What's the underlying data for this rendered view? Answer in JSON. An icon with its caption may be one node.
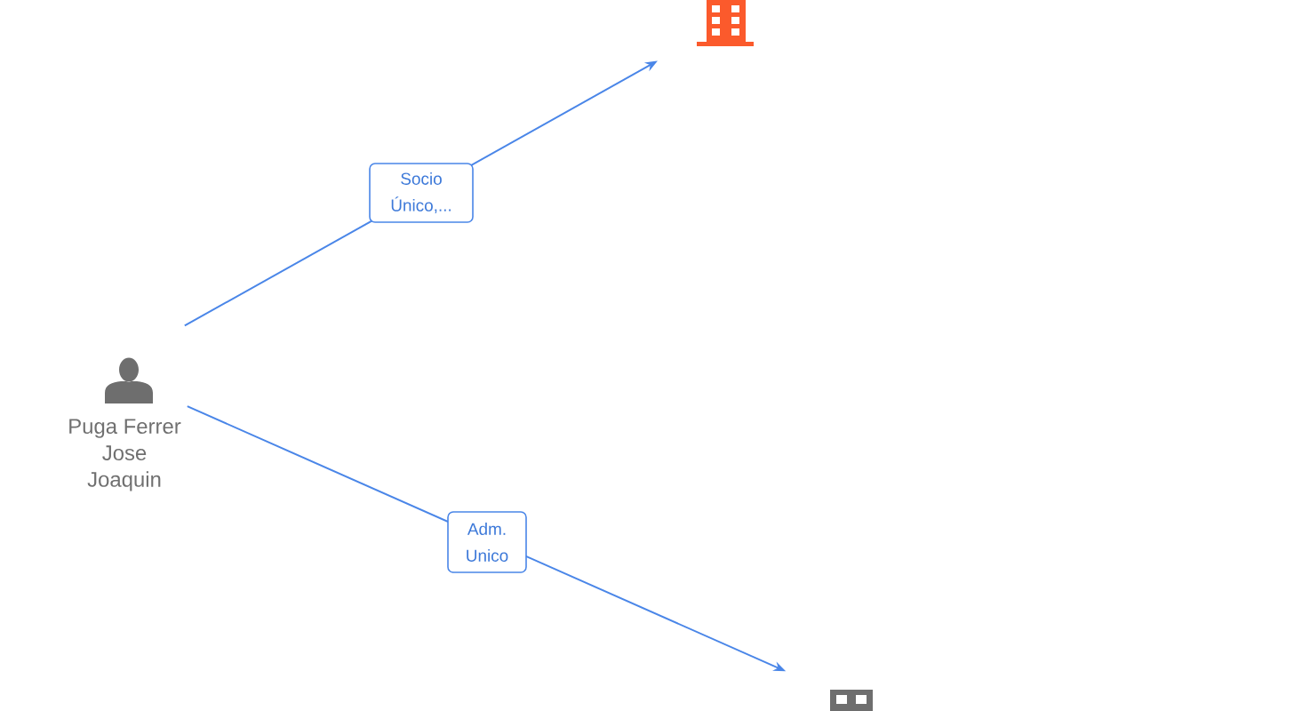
{
  "diagram": {
    "nodes": [
      {
        "text": [
          "Puga Ferrer Jose Joaquin"
        ]
      },
      {
        "text": [],
        "shape": "picture"
      },
      {
        "text": [],
        "shape": "picture"
      }
    ],
    "edges": [
      {
        "from": 0,
        "to": 1,
        "arrow": "to",
        "label": "Socio Único,..."
      },
      {
        "from": 0,
        "to": 2,
        "arrow": "to",
        "label": "Adm. Unico"
      }
    ]
  }
}
